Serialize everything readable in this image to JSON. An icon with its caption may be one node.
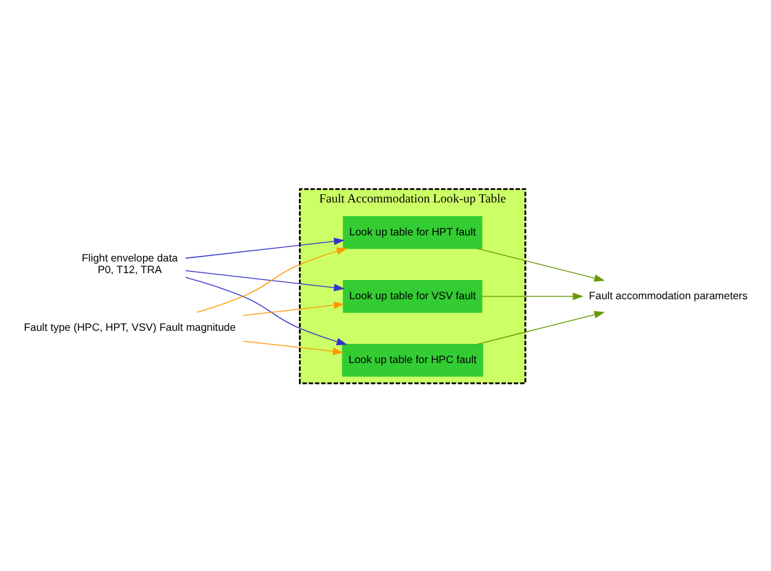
{
  "diagram": {
    "nodes": [
      {
        "text": [
          "Fault Accommodation Look-up Table"
        ]
      },
      {
        "text": [
          "Look up table for HPC fault"
        ],
        "in": 0
      },
      {
        "text": [
          "Look up table for HPT fault"
        ],
        "in": 0
      },
      {
        "text": [
          "Look up table for VSV fault"
        ],
        "in": 0
      },
      {
        "text": [
          "Flight envelope data",
          "P0, T12, TRA"
        ]
      },
      {
        "text": [
          "Fault type (HPC, HPT, VSV) Fault magnitude"
        ]
      },
      {
        "text": [
          "Fault accommodation parameters"
        ]
      }
    ],
    "edges": [
      {
        "from": 4,
        "to": 1,
        "arrow": "to",
        "color": "#3333cc"
      },
      {
        "from": 4,
        "to": 2,
        "arrow": "to",
        "color": "#3333cc"
      },
      {
        "from": 4,
        "to": 3,
        "arrow": "to",
        "color": "#3333cc"
      },
      {
        "from": 5,
        "to": 1,
        "arrow": "to",
        "color": "#ff9900"
      },
      {
        "from": 5,
        "to": 2,
        "arrow": "to",
        "color": "#ff9900"
      },
      {
        "from": 5,
        "to": 3,
        "arrow": "to",
        "color": "#ff9900"
      },
      {
        "from": 1,
        "to": 6,
        "arrow": "to",
        "color": "#669900"
      },
      {
        "from": 2,
        "to": 6,
        "arrow": "to",
        "color": "#669900"
      },
      {
        "from": 3,
        "to": 6,
        "arrow": "to",
        "color": "#669900"
      }
    ]
  }
}
